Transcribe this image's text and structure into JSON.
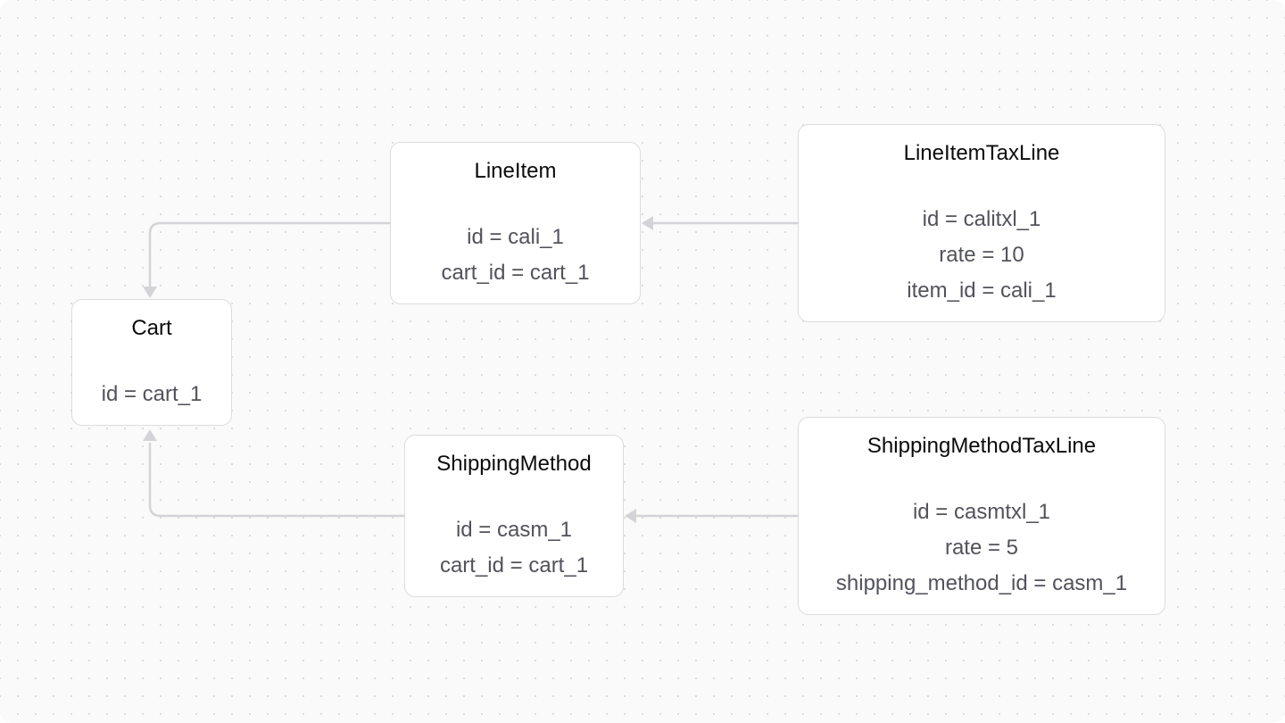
{
  "nodes": {
    "cart": {
      "title": "Cart",
      "fields": [
        "id = cart_1"
      ]
    },
    "line_item": {
      "title": "LineItem",
      "fields": [
        "id = cali_1",
        "cart_id = cart_1"
      ]
    },
    "line_item_tax_line": {
      "title": "LineItemTaxLine",
      "fields": [
        "id = calitxl_1",
        "rate = 10",
        "item_id = cali_1"
      ]
    },
    "shipping_method": {
      "title": "ShippingMethod",
      "fields": [
        "id = casm_1",
        "cart_id = cart_1"
      ]
    },
    "shipping_method_tax_line": {
      "title": "ShippingMethodTaxLine",
      "fields": [
        "id = casmtxl_1",
        "rate = 5",
        "shipping_method_id = casm_1"
      ]
    }
  },
  "colors": {
    "background": "#fafafa",
    "grid_dot": "#d9d9dc",
    "node_border": "#dcdcdf",
    "edge": "#d4d4d8",
    "title_text": "#0b0b0c",
    "field_text": "#52525b"
  }
}
